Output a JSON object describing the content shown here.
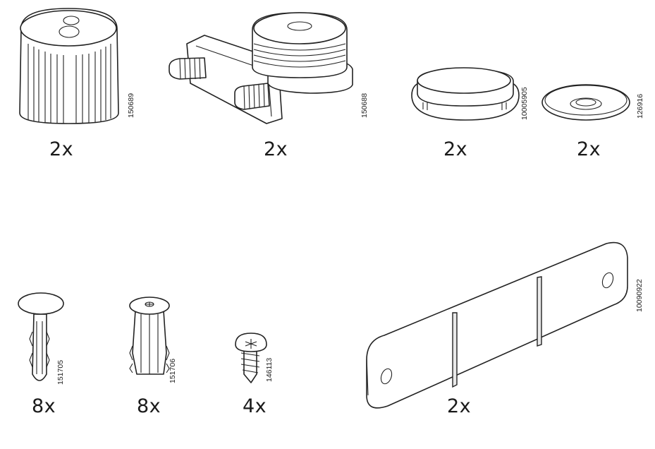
{
  "parts": [
    {
      "id": "knob",
      "code": "150689",
      "qty": "2x"
    },
    {
      "id": "cam-bracket",
      "code": "150688",
      "qty": "2x"
    },
    {
      "id": "cap",
      "code": "10005905",
      "qty": "2x"
    },
    {
      "id": "washer",
      "code": "126916",
      "qty": "2x"
    },
    {
      "id": "push-pin",
      "code": "151705",
      "qty": "8x"
    },
    {
      "id": "expansion-plug",
      "code": "151706",
      "qty": "8x"
    },
    {
      "id": "screw",
      "code": "146113",
      "qty": "4x"
    },
    {
      "id": "connector-plate",
      "code": "10090922",
      "qty": "2x"
    }
  ]
}
